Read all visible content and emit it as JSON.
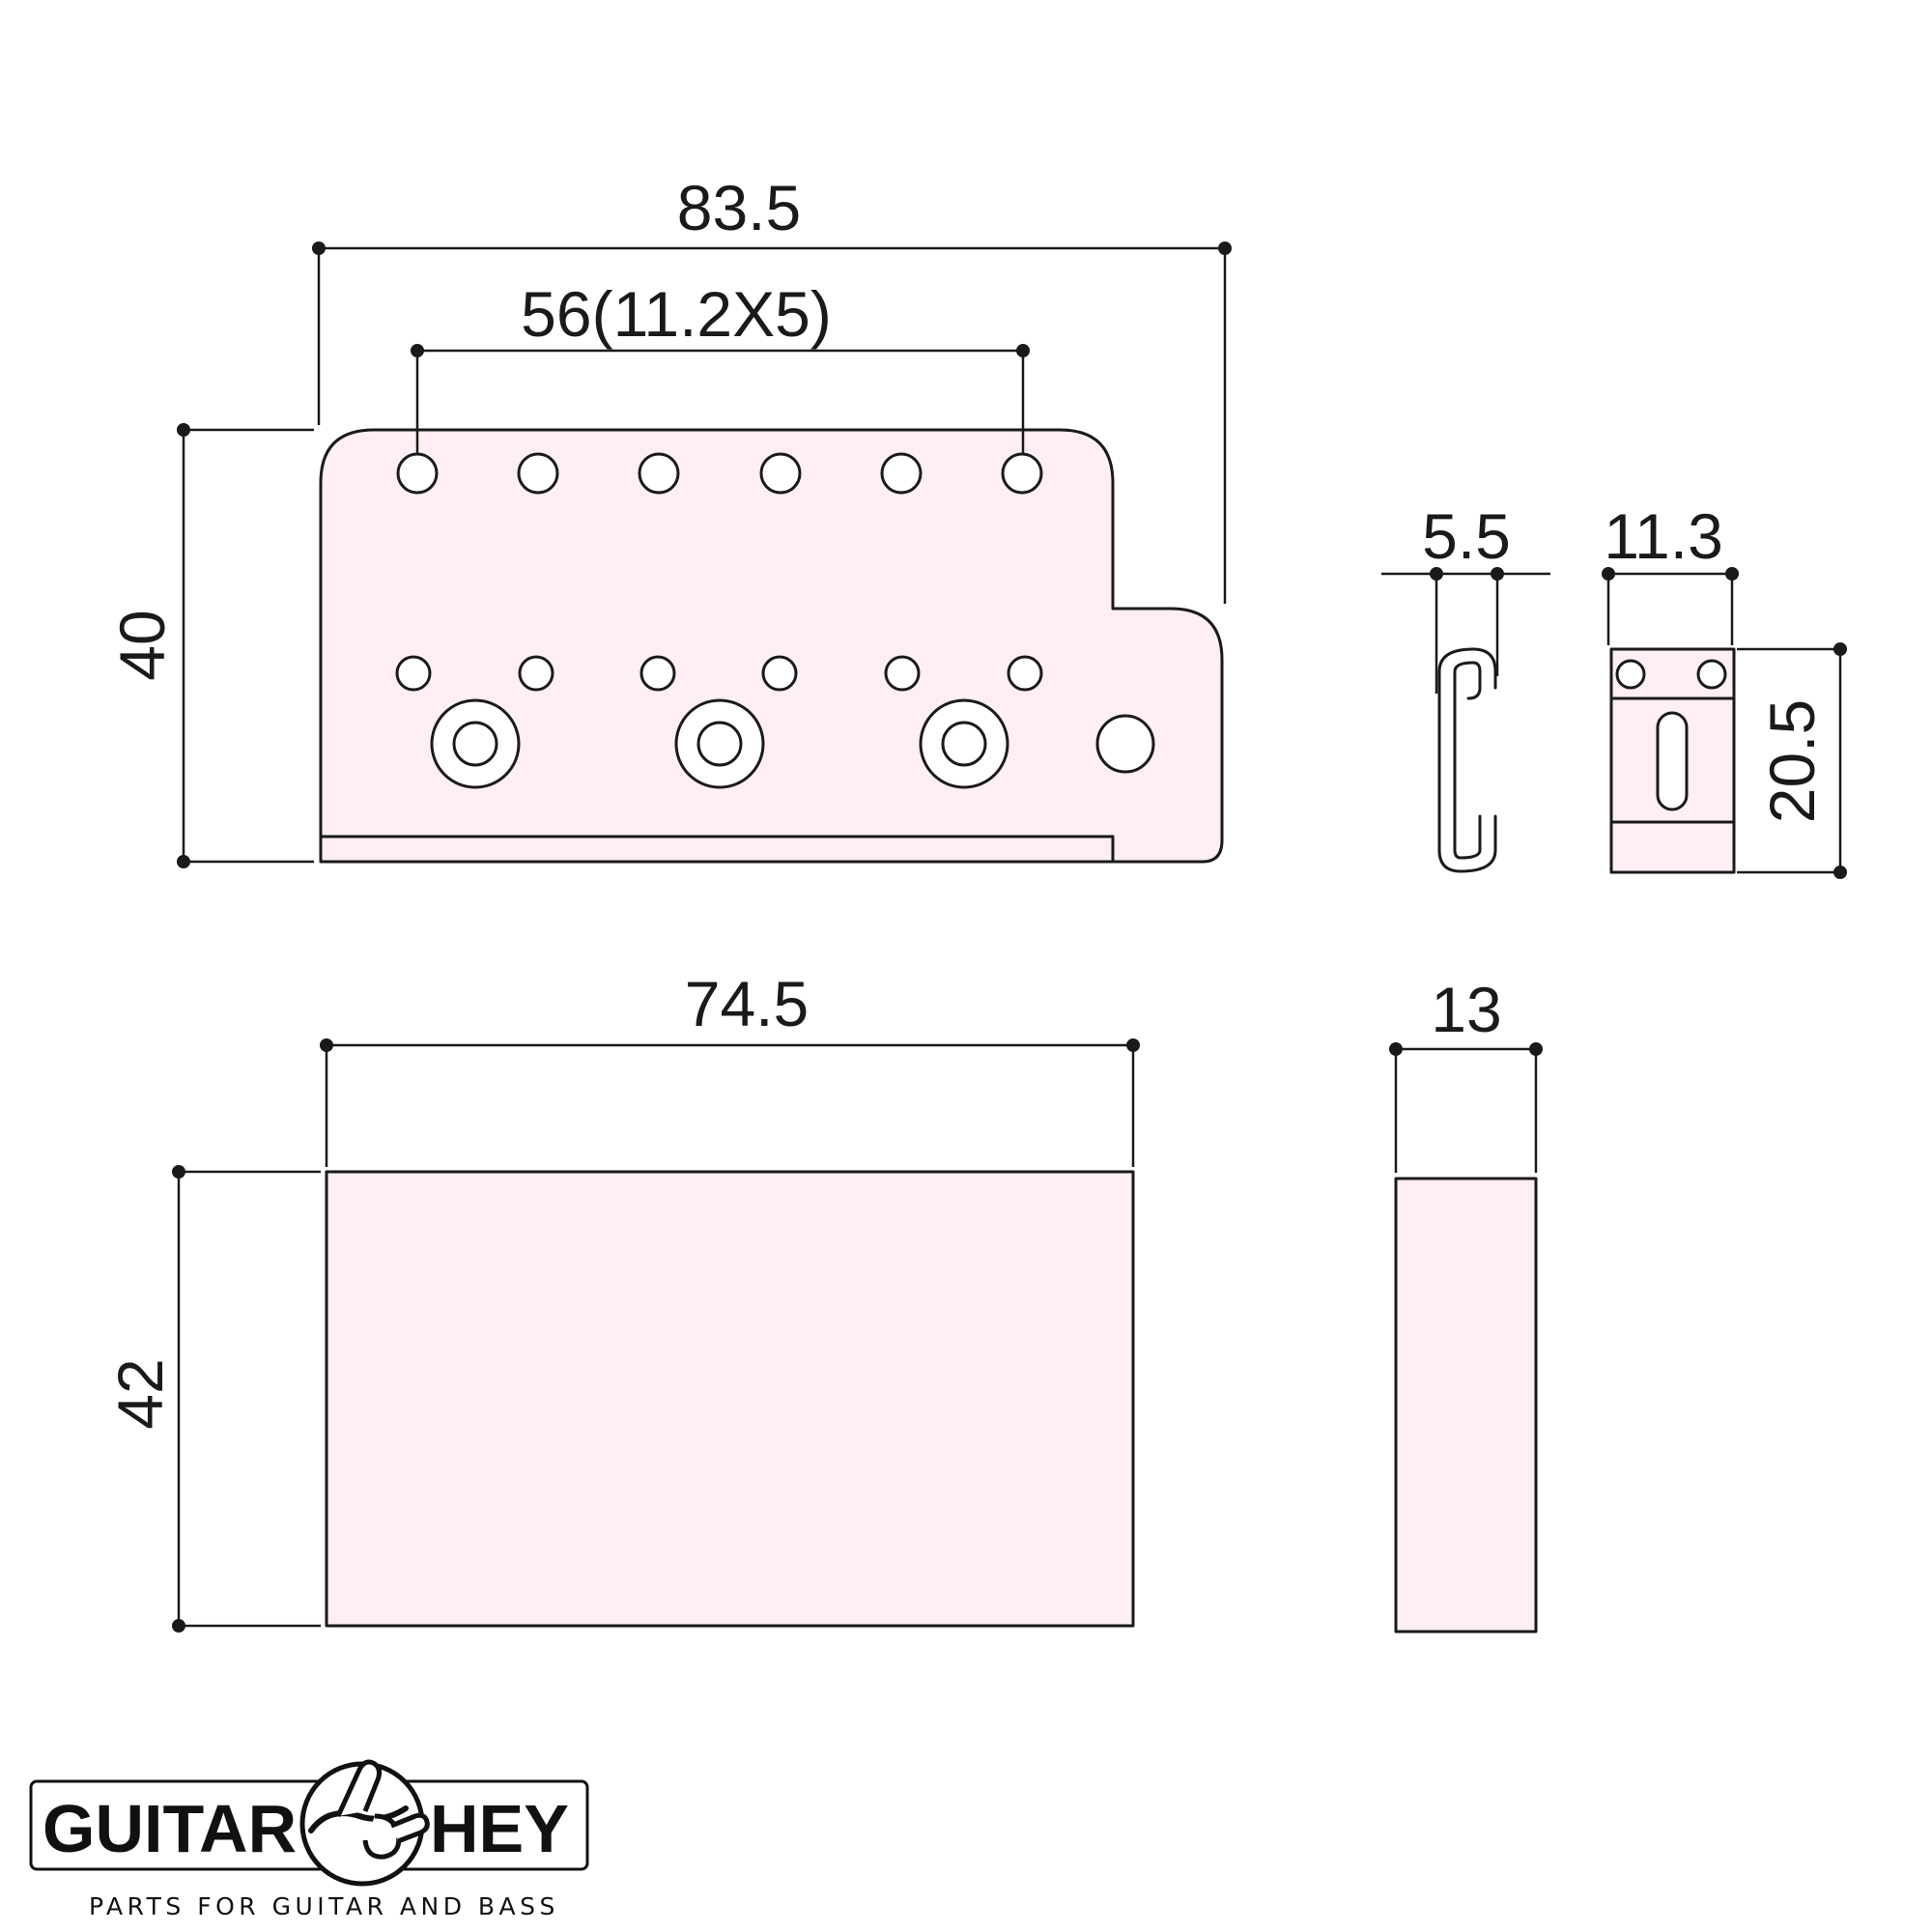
{
  "dimensions": {
    "plate_width": "83.5",
    "hole_spacing": "56(11.2X5)",
    "plate_height": "40",
    "hook_width": "5.5",
    "claw_width": "11.3",
    "claw_height": "20.5",
    "block_width": "74.5",
    "block_height": "42",
    "block_side_width": "13"
  },
  "logo": {
    "left_word": "GUITAR",
    "right_word": "HEY",
    "tagline": "PARTS FOR GUITAR AND BASS"
  },
  "colors": {
    "part_fill": "#ffeef2",
    "line": "#1a1a1a"
  }
}
